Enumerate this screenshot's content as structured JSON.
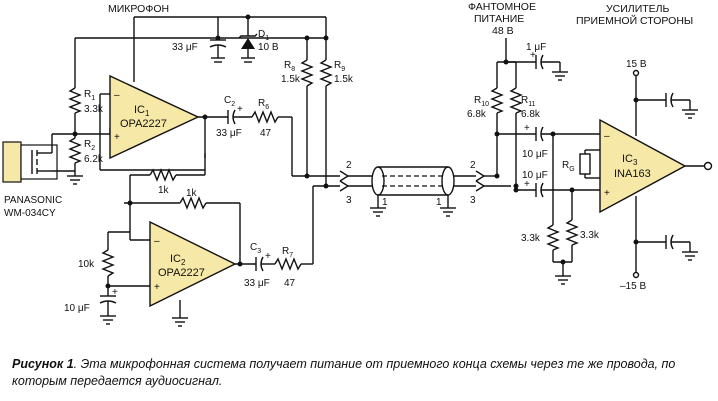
{
  "labels": {
    "microphone_header": "МИКРОФОН",
    "phantom_line1": "ФАНТОМНОЕ",
    "phantom_line2": "ПИТАНИЕ",
    "phantom_voltage": "48 В",
    "receiver_line1": "УСИЛИТЕЛЬ",
    "receiver_line2": "ПРИЕМНОЙ СТОРОНЫ",
    "plus15": "15 В",
    "minus15": "–15 В",
    "mic_model1": "PANASONIC",
    "mic_model2": "WM-034CY"
  },
  "components": {
    "c_top": "33 μF",
    "d1": "D",
    "d1_sub": "1",
    "d1_val": "10 В",
    "r1": "R",
    "r1_sub": "1",
    "r1_val": "3.3k",
    "r2": "R",
    "r2_sub": "2",
    "r2_val": "6.2k",
    "ic1": "IC",
    "ic1_sub": "1",
    "ic1_part": "OPA2227",
    "c2": "C",
    "c2_sub": "2",
    "c2_val": "33 μF",
    "r6": "R",
    "r6_sub": "6",
    "r6_val": "47",
    "r8": "R",
    "r8_sub": "8",
    "r8_val": "1.5k",
    "r9": "R",
    "r9_sub": "9",
    "r9_val": "1.5k",
    "r_fb1": "1k",
    "r_fb2": "1k",
    "ic2": "IC",
    "ic2_sub": "2",
    "ic2_part": "OPA2227",
    "r_10k": "10k",
    "c_10u": "10 μF",
    "c3": "C",
    "c3_sub": "3",
    "c3_val": "33 μF",
    "r7": "R",
    "r7_sub": "7",
    "r7_val": "47",
    "c_1u": "1 μF",
    "r10": "R",
    "r10_sub": "10",
    "r10_val": "6.8k",
    "r11": "R",
    "r11_sub": "11",
    "r11_val": "6.8k",
    "c_in1": "10 μF",
    "c_in2": "10 μF",
    "rg": "R",
    "rg_sub": "G",
    "ic3": "IC",
    "ic3_sub": "3",
    "ic3_part": "INA163",
    "r_33a": "3.3k",
    "r_33b": "3.3k"
  },
  "pins": {
    "left2": "2",
    "left3": "3",
    "right2": "2",
    "right3": "3",
    "gnd_left": "1",
    "gnd_right": "1",
    "ic1_minus": "–",
    "ic1_plus": "+",
    "ic2_minus": "–",
    "ic2_plus": "+",
    "ic3_minus": "–",
    "ic3_plus": "+",
    "cap_plus": "+"
  },
  "caption": {
    "figure_label": "Рисунок 1",
    "text": ". Эта микрофонная система получает питание от приемного конца схемы через те же провода, по которым передается аудиосигнал."
  }
}
